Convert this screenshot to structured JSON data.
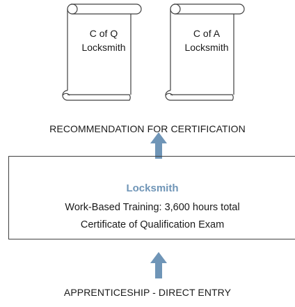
{
  "certificates": [
    {
      "line1": "C of Q",
      "line2": "Locksmith"
    },
    {
      "line1": "C of A",
      "line2": "Locksmith"
    }
  ],
  "recommendation_label": "RECOMMENDATION FOR CERTIFICATION",
  "pathway": {
    "title": "Locksmith",
    "training": "Work-Based Training:  3,600 hours total",
    "exam": "Certificate of Qualification Exam"
  },
  "entry_label": "APPRENTICESHIP - DIRECT ENTRY",
  "colors": {
    "arrow": "#6f95b7",
    "title": "#6f95b7",
    "outline": "#404040"
  }
}
